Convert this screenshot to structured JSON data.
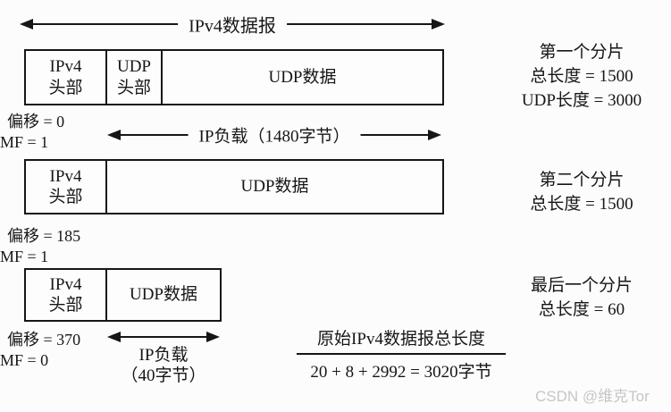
{
  "colors": {
    "ink": "#161616",
    "background": "#fcfcfc",
    "watermark": "#c6c6c6"
  },
  "diagram": {
    "top_arrow": {
      "label": "IPv4数据报"
    },
    "fragment1": {
      "box": {
        "ipv4_header_l1": "IPv4",
        "ipv4_header_l2": "头部",
        "udp_header_l1": "UDP",
        "udp_header_l2": "头部",
        "udp_data": "UDP数据"
      },
      "offset": "偏移 = 0",
      "mf": "MF = 1",
      "payload_arrow": {
        "label": "IP负载（1480字节）"
      },
      "note_l1": "第一个分片",
      "note_l2": "总长度 = 1500",
      "note_l3": "UDP长度 = 3000"
    },
    "fragment2": {
      "box": {
        "ipv4_header_l1": "IPv4",
        "ipv4_header_l2": "头部",
        "udp_data": "UDP数据"
      },
      "offset": "偏移 = 185",
      "mf": "MF = 1",
      "note_l1": "第二个分片",
      "note_l2": "总长度 = 1500"
    },
    "fragment3": {
      "box": {
        "ipv4_header_l1": "IPv4",
        "ipv4_header_l2": "头部",
        "udp_data": "UDP数据"
      },
      "offset": "偏移 = 370",
      "mf": "MF = 0",
      "payload_label_l1": "IP负载",
      "payload_label_l2": "（40字节）",
      "note_l1": "最后一个分片",
      "note_l2": "总长度 = 60"
    },
    "formula": {
      "numerator": "原始IPv4数据报总长度",
      "denominator": "20 + 8 + 2992 = 3020字节"
    },
    "watermark": "CSDN @维克Tor"
  }
}
